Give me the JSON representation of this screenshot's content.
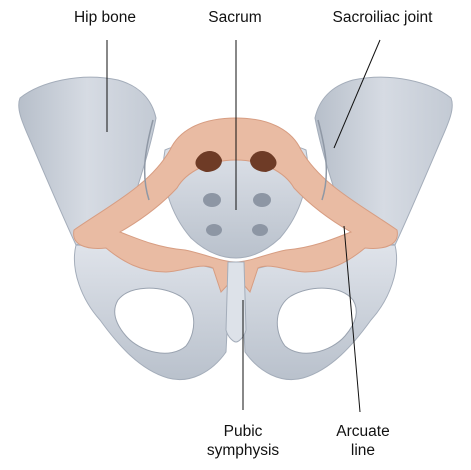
{
  "labels": {
    "hip_bone": "Hip bone",
    "sacrum": "Sacrum",
    "sacroiliac_joint": "Sacroiliac joint",
    "pubic_symphysis_line1": "Pubic",
    "pubic_symphysis_line2": "symphysis",
    "arcuate_line_line1": "Arcuate",
    "arcuate_line_line2": "line"
  },
  "colors": {
    "bone": "#c9d0da",
    "bone_shadow": "#a9b2bf",
    "bone_highlight": "#e4e8ee",
    "pelvic_inlet": "#e9bba3",
    "pelvic_inlet_edge": "#d79d82",
    "foramen": "#6e3b26",
    "leader_line": "#111111"
  }
}
